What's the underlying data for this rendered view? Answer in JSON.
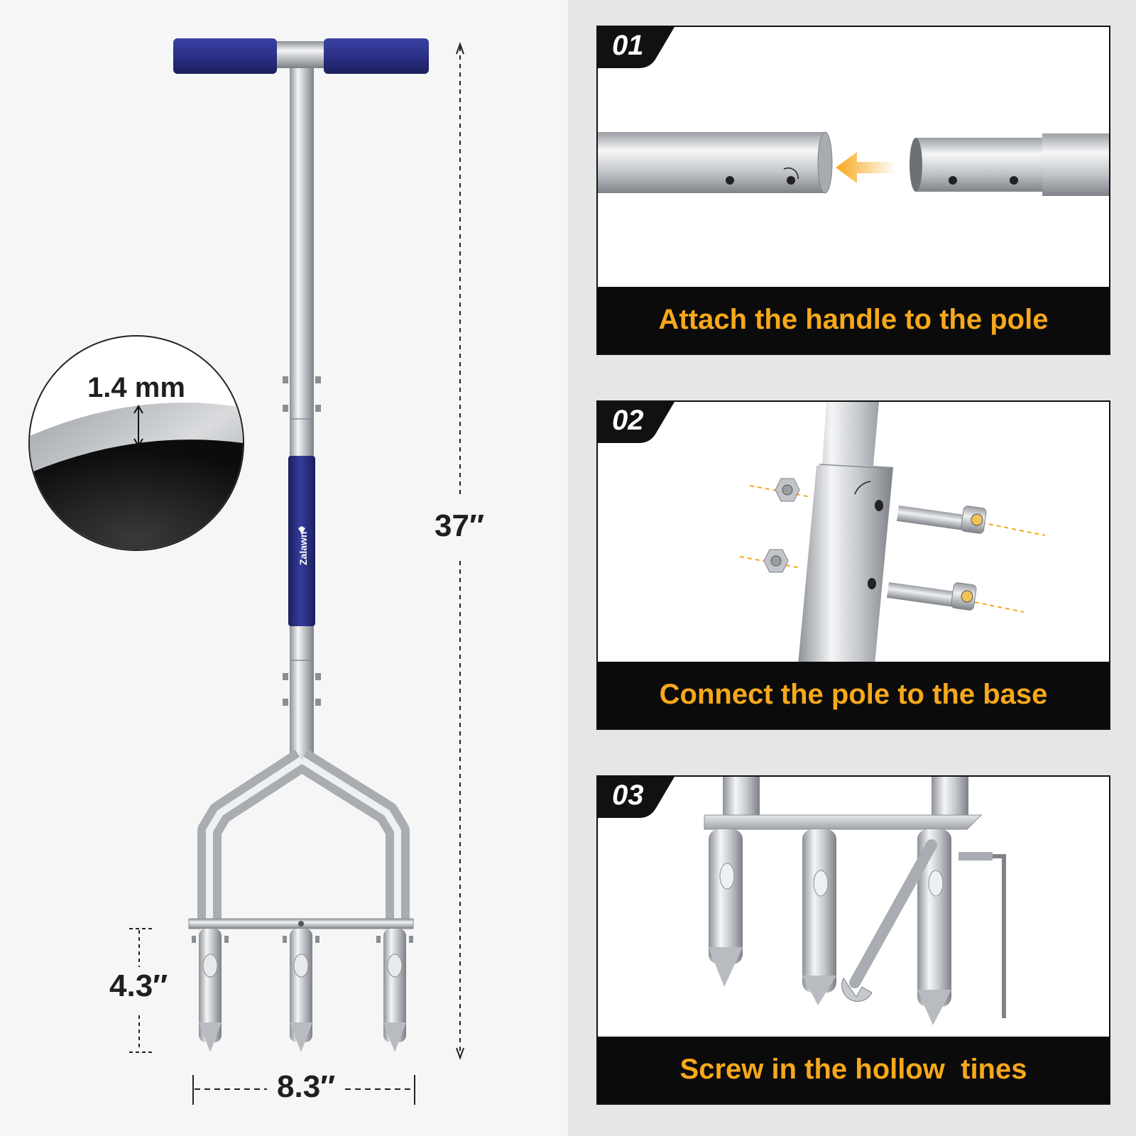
{
  "product": {
    "brand_logo_text": "Zalawn",
    "colors": {
      "grip": "#2a2f86",
      "steel": "#c5c8cc",
      "accent": "#f7a81b",
      "caption_bg": "#0b0b0b"
    }
  },
  "dimensions": {
    "height": "37″",
    "width": "8.3″",
    "tine_length": "4.3″",
    "wall_thickness": "1.4 mm"
  },
  "steps": [
    {
      "number": "01",
      "caption": "Attach the handle to the pole",
      "icon": "tube-joint-icon"
    },
    {
      "number": "02",
      "caption": "Connect the pole to the base",
      "icon": "bolt-icon"
    },
    {
      "number": "03",
      "caption": "Screw in the hollow  tines",
      "icon": "wrench-icon"
    }
  ]
}
